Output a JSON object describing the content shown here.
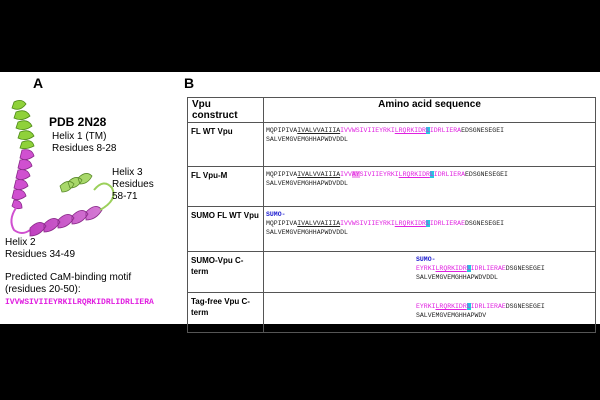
{
  "panel_a": {
    "label": "A",
    "pdb": "PDB 2N28",
    "helix1": [
      "Helix 1 (TM)",
      "Residues 8-28"
    ],
    "helix3": [
      "Helix 3",
      "Residues",
      "58-71"
    ],
    "helix2": [
      "Helix 2",
      "Residues 34-49"
    ],
    "cam_label": [
      "Predicted CaM-binding motif",
      "(residues 20-50):"
    ],
    "cam_seq": "IVVWSIVIIEYRKILRQRKIDRLIDRLIERA"
  },
  "panel_b": {
    "label": "B",
    "header_col1": "Vpu construct",
    "header_col2": "Amino acid sequence",
    "rows": [
      {
        "name": "FL WT Vpu",
        "pre": "MQPIPIVA",
        "tm": "IVALVVAIIIA",
        "mag": "IVVWSIVIIEYRKI",
        "motif_a": "LRQRKIDR",
        "cys": "L",
        "motif_b": "IDRLIERA",
        "post": "EDSGNESEGEI",
        "line2": "SALVEMGVEMGHHAPWDVDDL"
      },
      {
        "name": "FL Vpu-M",
        "pre": "MQPIPIVA",
        "tm": "IVALVVAIIIA",
        "mag_a": "IVV",
        "hl": "AY",
        "mag_b": "SIVIIEYRKI",
        "motif_a": "LRQRKIDR",
        "cys": "L",
        "motif_b": "IDRLIERA",
        "post": "EDSGNESEGEI",
        "line2": "SALVEMGVEMGHHAPWDVDDL"
      },
      {
        "name": "SUMO FL WT Vpu",
        "sumo": "SUMO-",
        "pre": "MQPIPIVA",
        "tm": "IVALVVAIIIA",
        "mag": "IVVWSIVIIEYRKI",
        "motif_a": "LRQRKIDR",
        "cys": "L",
        "motif_b": "IDRLIERAE",
        "post": "DSGNESEGEI",
        "line2": "SALVEMGVEMGHHAPWDVDDL"
      },
      {
        "name": "SUMO-Vpu C-term",
        "sumo": "SUMO-",
        "mag": "EYRKI",
        "motif_a": "LRQRKIDR",
        "cys": "L",
        "motif_b": "IDRLIERAE",
        "post": "DSGNESEGEI",
        "line2": "SALVEMGVEMGHHAPWDVDDL"
      },
      {
        "name": "Tag-free Vpu C-term",
        "mag": "EYRKI",
        "motif_a": "LRQRKIDR",
        "cys": "L",
        "motif_b": "IDRLIERAE",
        "post": "DSGNESEGEI",
        "line2": "SALVEMGVEMGHHAPWDV"
      }
    ]
  },
  "colors": {
    "helix_green": "#8fd13a",
    "helix_magenta": "#d050d0",
    "cam_magenta": "#e020e0",
    "cys_cyan": "#26c6e0"
  }
}
